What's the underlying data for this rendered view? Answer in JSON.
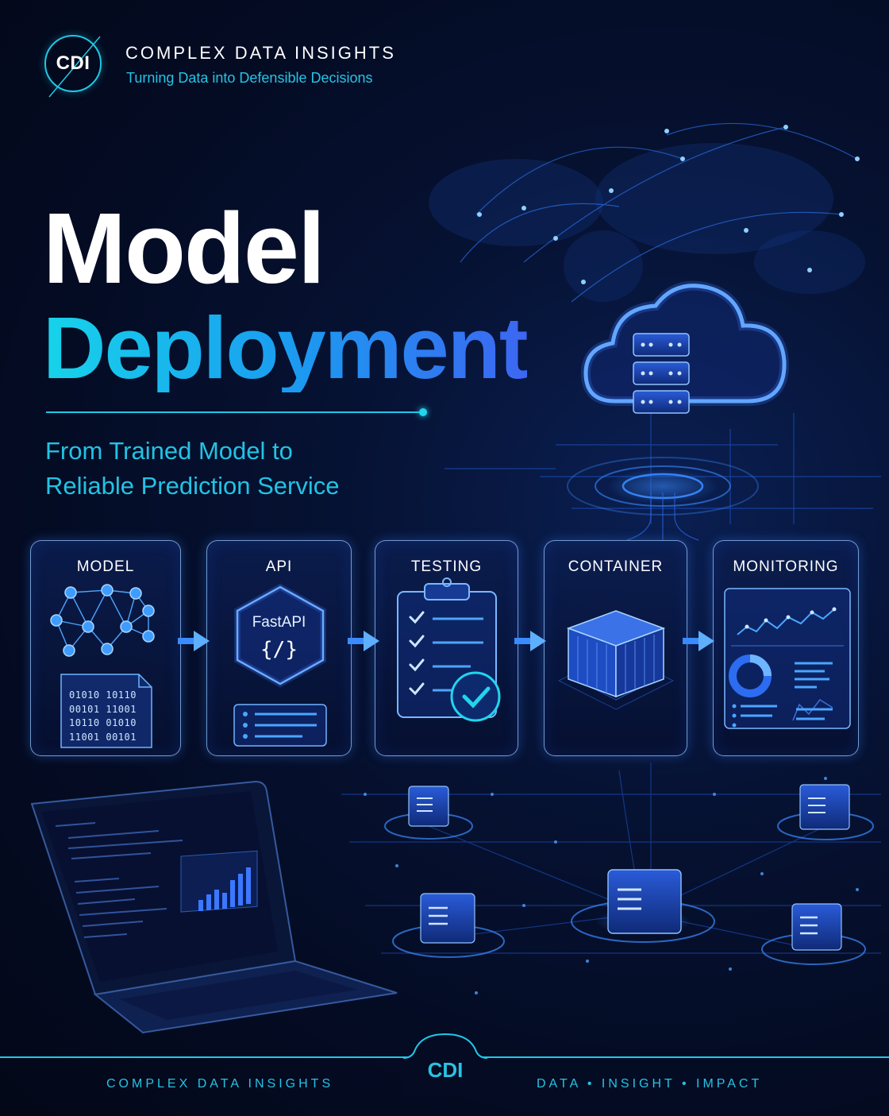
{
  "brand": {
    "logo_text": "CDI",
    "name": "COMPLEX DATA INSIGHTS",
    "tagline": "Turning Data into Defensible Decisions"
  },
  "title": {
    "line1": "Model",
    "line2": "Deployment"
  },
  "subtitle": {
    "line1": "From Trained Model to",
    "line2": "Reliable Prediction Service"
  },
  "steps": [
    {
      "label": "MODEL",
      "icon": "neural-network-icon",
      "code_lines": [
        "01010 10110",
        "00101 11001",
        "10110 01010",
        "11001 00101"
      ]
    },
    {
      "label": "API",
      "icon": "api-hexagon-icon",
      "api_name": "FastAPI",
      "api_glyph": "{/}"
    },
    {
      "label": "TESTING",
      "icon": "clipboard-checklist-icon"
    },
    {
      "label": "CONTAINER",
      "icon": "container-cube-icon"
    },
    {
      "label": "MONITORING",
      "icon": "dashboard-icon"
    }
  ],
  "footer": {
    "left": "COMPLEX DATA INSIGHTS",
    "badge": "CDI",
    "right": "DATA • INSIGHT • IMPACT"
  },
  "colors": {
    "accent_cyan": "#1fc8e6",
    "accent_blue": "#3d66f2",
    "background": "#040b22"
  }
}
